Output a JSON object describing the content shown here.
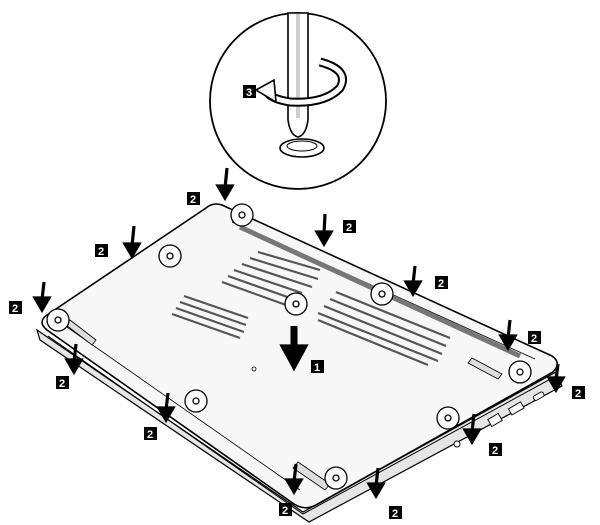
{
  "colors": {
    "ink": "#000000",
    "paper": "#ffffff",
    "case_fill": "#f7f7f7",
    "vent": "#555555",
    "highlight": "#cfcfcf"
  },
  "figure": {
    "inset_icon": "screwdriver-rotate-icon",
    "arrow_icon": "down-arrow-icon",
    "screw_icon": "screw-icon"
  },
  "labels": {
    "press_step": "1",
    "screw_step": "2",
    "rotate_step": "3"
  }
}
